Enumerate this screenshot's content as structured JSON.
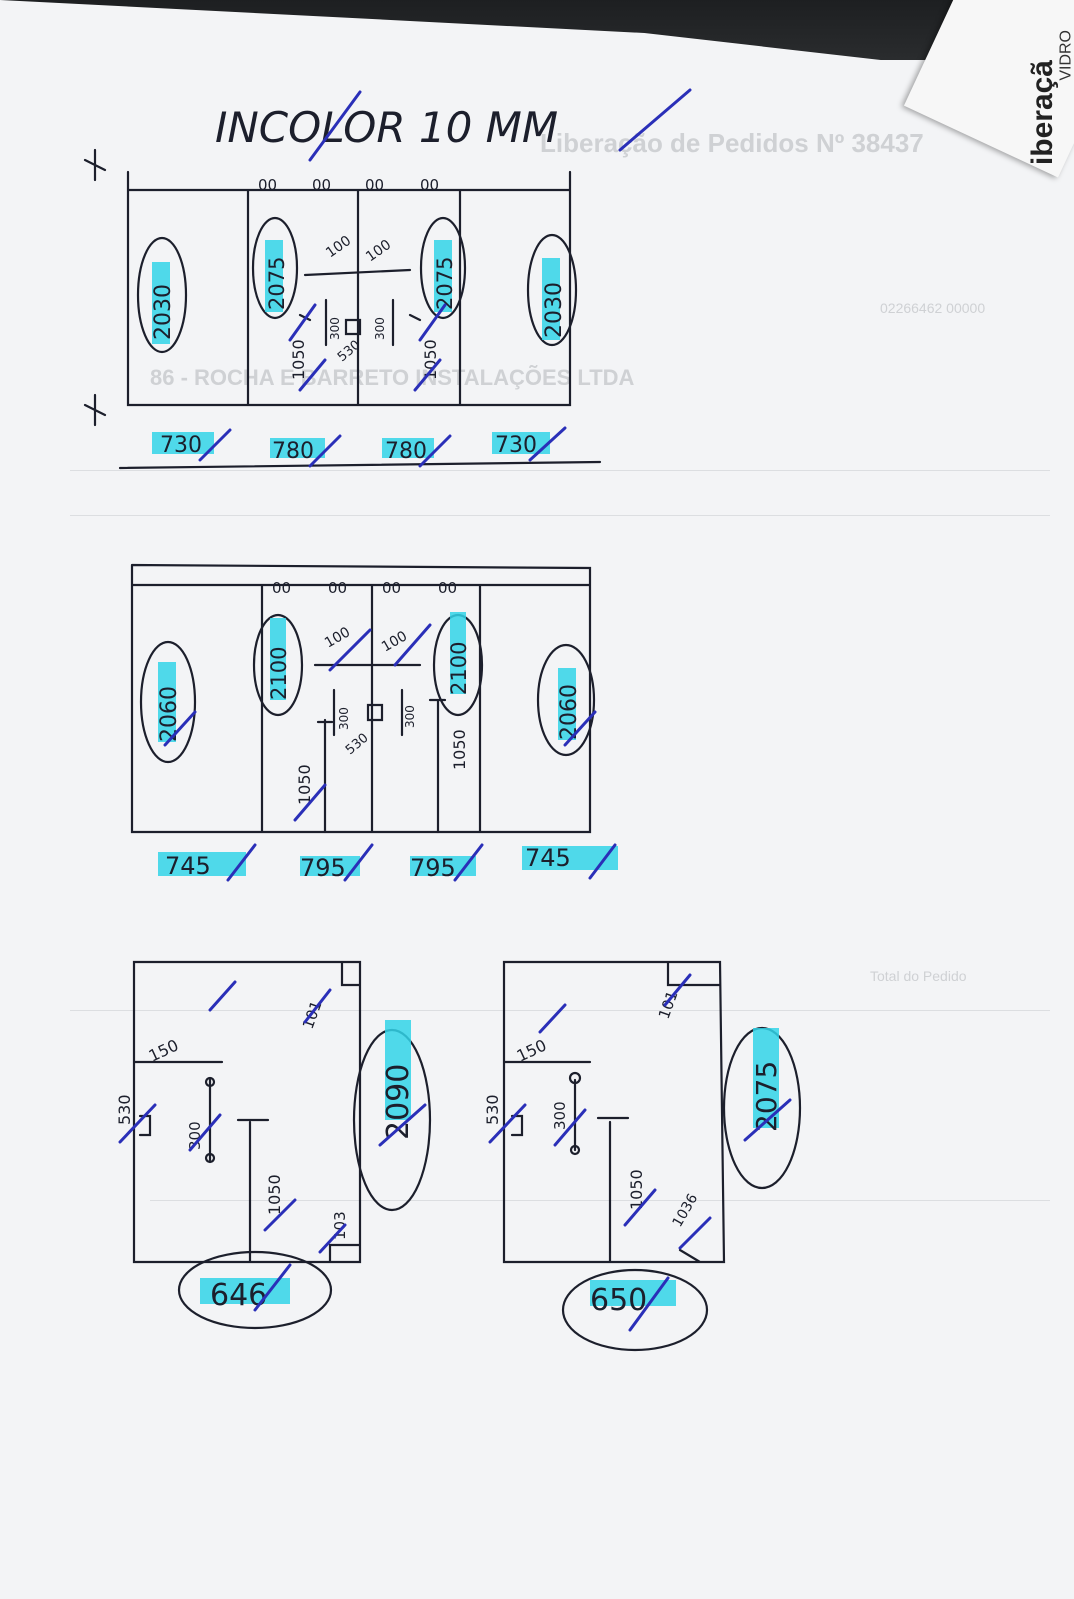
{
  "corner_document": {
    "title_fragment": "iberaçã",
    "sub_fragment": "VIDRO"
  },
  "showthrough": {
    "title": "Liberação de Pedidos Nº 38437",
    "code": "02266462 00000",
    "client": "86 - ROCHA E BARRETO INSTALAÇÕES LTDA",
    "total": "Total do Pedido"
  },
  "header": {
    "title": "INCOLOR 10 MM"
  },
  "drawing1": {
    "heights": [
      "2030",
      "2075",
      "2075",
      "2030"
    ],
    "widths": [
      "730",
      "780",
      "780",
      "730"
    ],
    "top_marks": [
      "00",
      "00",
      "00",
      "00"
    ],
    "labels": [
      "100",
      "100",
      "1050",
      "1050",
      "300",
      "300",
      "530"
    ]
  },
  "drawing2": {
    "heights": [
      "2060",
      "2100",
      "2100",
      "2060"
    ],
    "widths": [
      "745",
      "795",
      "795",
      "745"
    ],
    "top_marks": [
      "00",
      "00",
      "00",
      "00"
    ],
    "labels": [
      "100",
      "100",
      "1050",
      "1050",
      "300",
      "300",
      "530"
    ]
  },
  "drawing3": {
    "height": "2090",
    "width": "646",
    "labels": [
      "150",
      "101",
      "530",
      "300",
      "1050",
      "103"
    ]
  },
  "drawing4": {
    "height": "2075",
    "width": "650",
    "labels": [
      "150",
      "101",
      "530",
      "300",
      "1050",
      "1036"
    ]
  }
}
